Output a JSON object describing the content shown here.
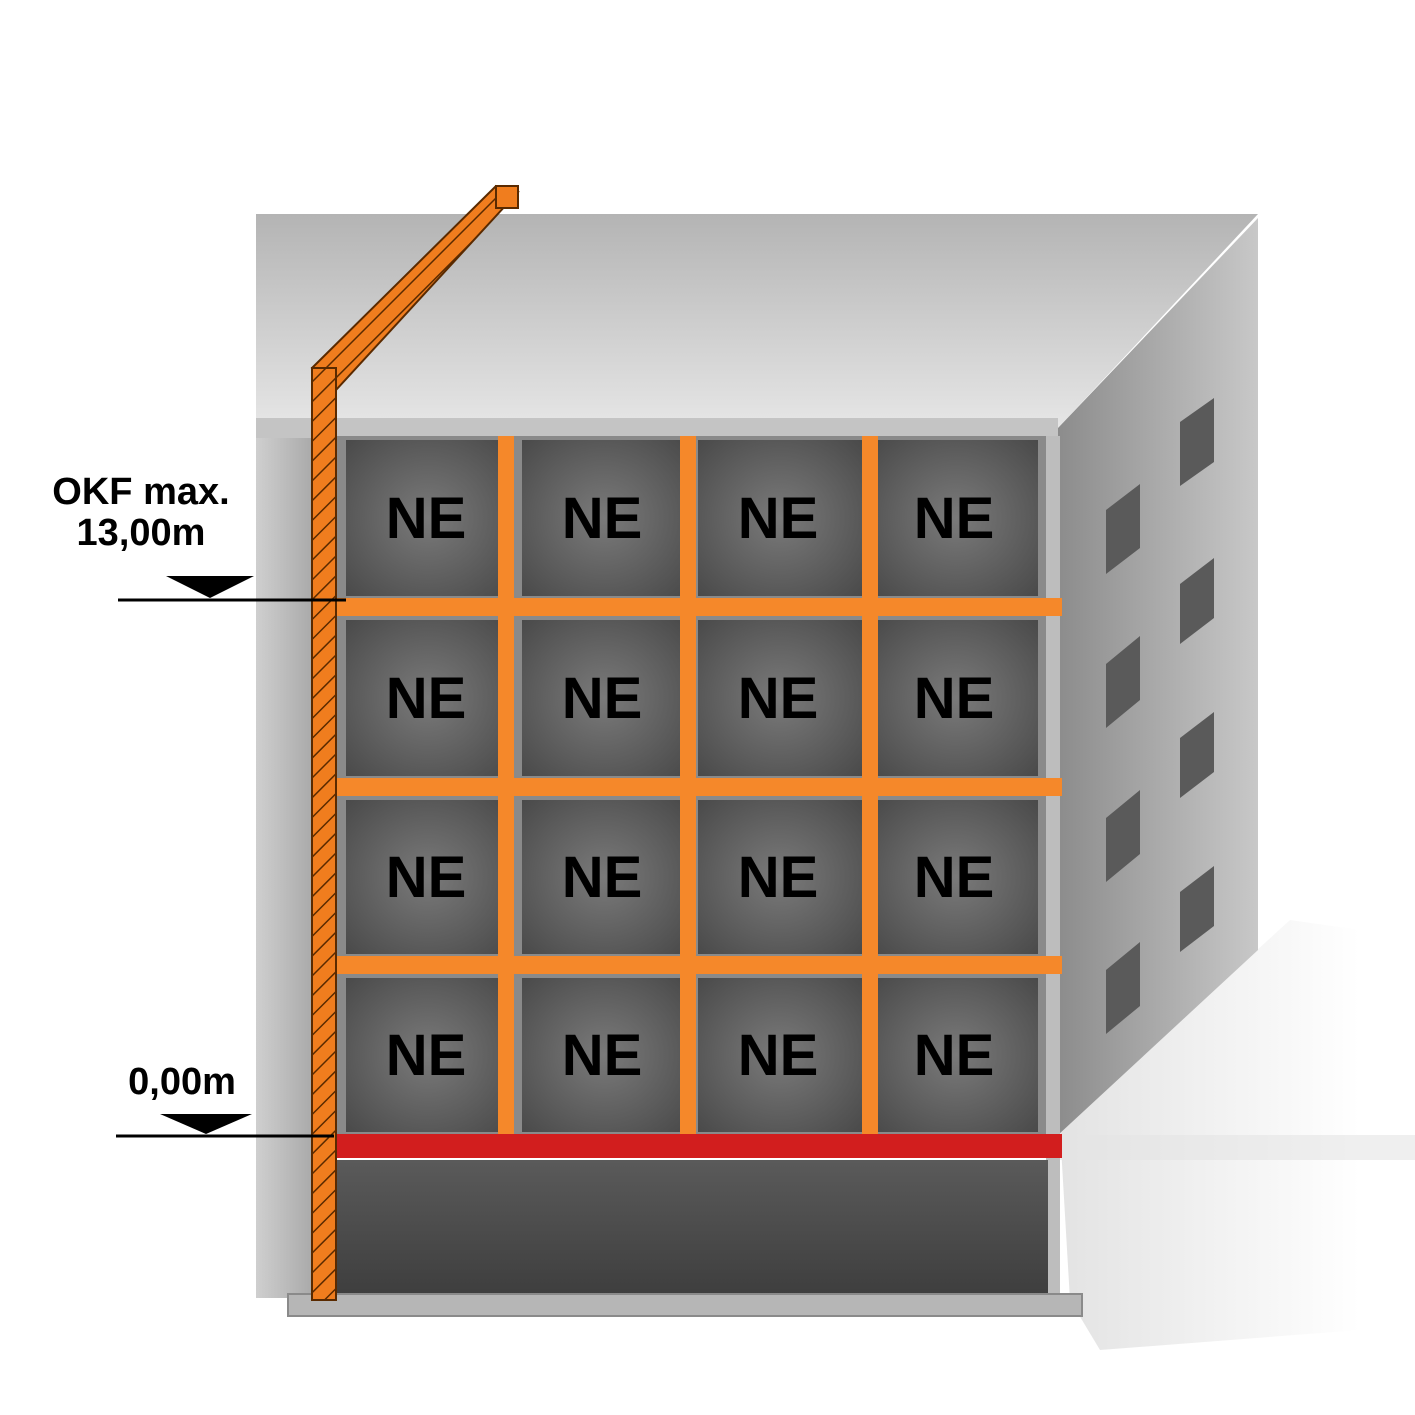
{
  "diagram": {
    "labels": {
      "upper_level_line1": "OKF max.",
      "upper_level_line2": "13,00m",
      "ground_level": "0,00m"
    },
    "unit_label": "NE",
    "grid": {
      "rows": 4,
      "columns": 4
    },
    "colors": {
      "floor_slab": "#f5882a",
      "ground_slab": "#d21e1e",
      "firewall": "#f07d1e",
      "unit_fill": "#595959",
      "facade": "#8a8a8a"
    }
  }
}
